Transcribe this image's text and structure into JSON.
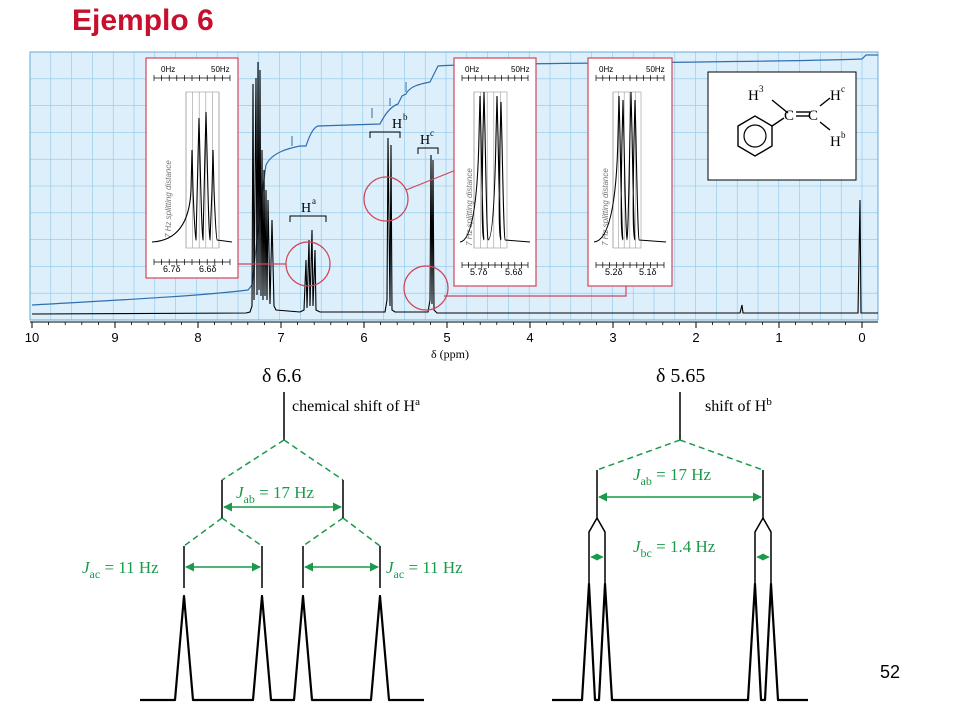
{
  "slide": {
    "title": "Ejemplo 6",
    "page_number": "52"
  },
  "spectrum": {
    "x_axis": {
      "ticks": [
        "10",
        "9",
        "8",
        "7",
        "6",
        "5",
        "4",
        "3",
        "2",
        "1",
        "0"
      ],
      "label": "δ (ppm)"
    },
    "peak_labels": {
      "a_base": "H",
      "a_sup": "a",
      "b_base": "H",
      "b_sup": "b",
      "c_base": "H",
      "c_sup": "c"
    },
    "insets": [
      {
        "top_left": "0Hz",
        "top_right": "50Hz",
        "side": "7 Hz splitting distance",
        "bottom_left": "6.7δ",
        "bottom_right": "6.6δ"
      },
      {
        "top_left": "0Hz",
        "top_right": "50Hz",
        "side": "7 Hz splitting distance",
        "bottom_left": "5.7δ",
        "bottom_right": "5.6δ"
      },
      {
        "top_left": "0Hz",
        "top_right": "50Hz",
        "side": "7 Hz splitting distance",
        "bottom_left": "5.2δ",
        "bottom_right": "5.1δ"
      }
    ],
    "structure": {
      "h3": "H",
      "h3_sup": "3",
      "c1": "C",
      "c2": "C",
      "hc": "H",
      "hc_sup": "c",
      "hb": "H",
      "hb_sup": "b"
    }
  },
  "tree_a": {
    "shift": "δ 6.6",
    "shift_desc": "chemical shift of H",
    "shift_sup": "a",
    "j_ab": {
      "j": "J",
      "sub": "ab",
      "value": " = 17 Hz"
    },
    "j_ac_left": {
      "j": "J",
      "sub": "ac",
      "value": " = 11 Hz"
    },
    "j_ac_right": {
      "j": "J",
      "sub": "ac",
      "value": " = 11 Hz"
    }
  },
  "tree_b": {
    "shift": "δ 5.65",
    "shift_desc": "shift of H",
    "shift_sup": "b",
    "j_ab": {
      "j": "J",
      "sub": "ab",
      "value": " = 17 Hz"
    },
    "j_bc": {
      "j": "J",
      "sub": "bc",
      "value": " = 1.4 Hz"
    }
  },
  "colors": {
    "title": "#c8102e",
    "grid_bg": "#dceffb",
    "grid_line": "#8ec7ea",
    "integral": "#2f6fb0",
    "green": "#1a9a4a",
    "circle": "#d0455a"
  }
}
